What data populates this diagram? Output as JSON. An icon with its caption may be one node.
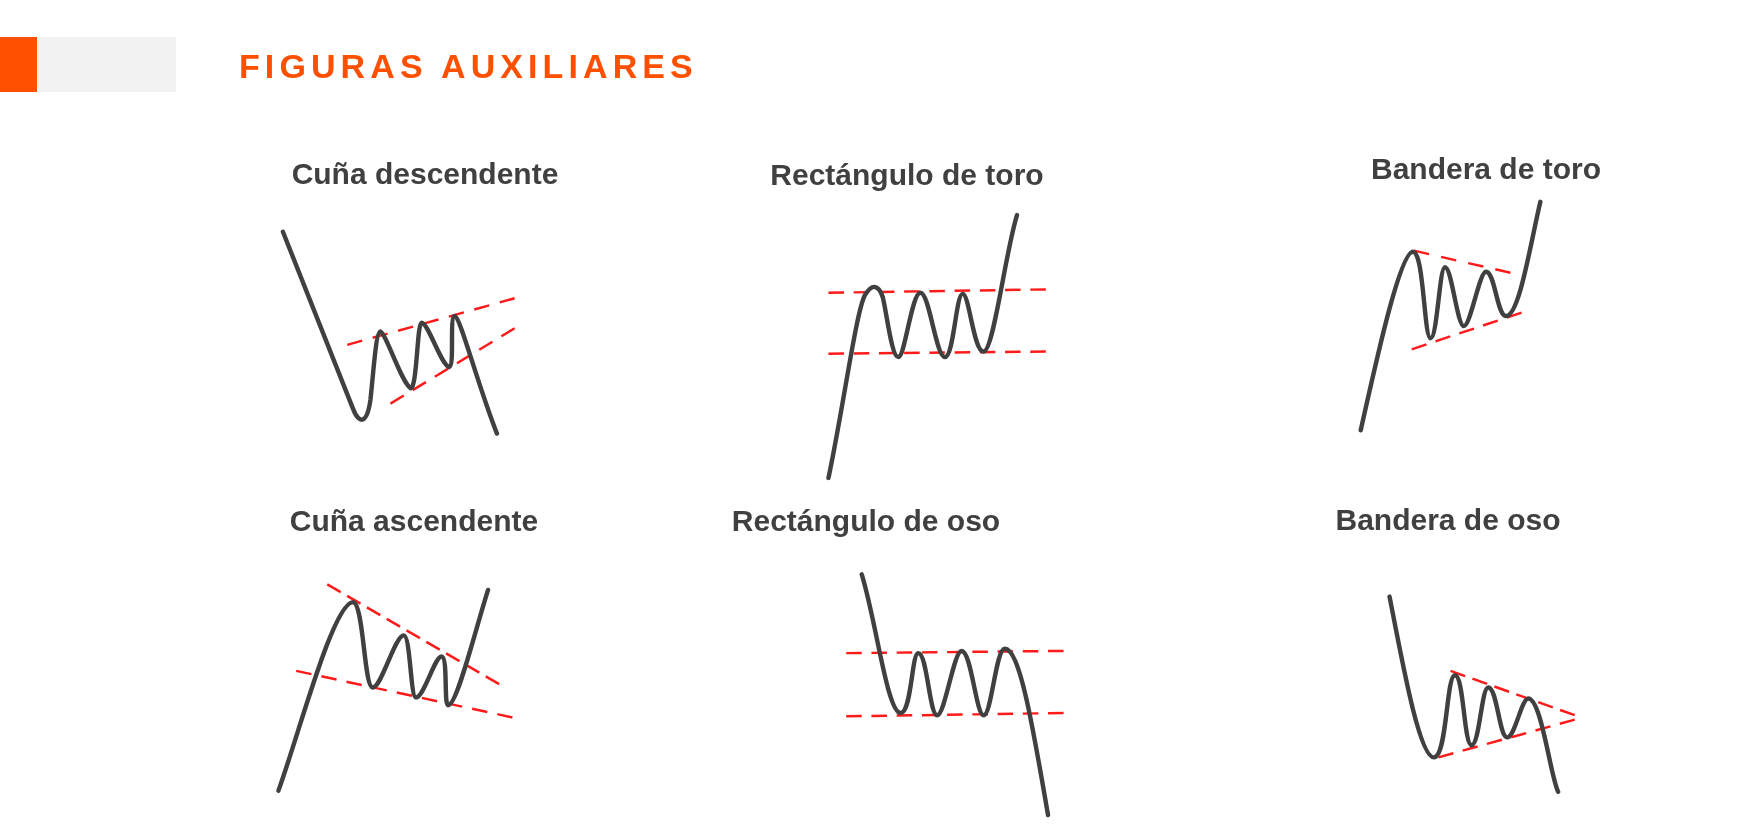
{
  "diagram": {
    "title": "FIGURAS AUXILIARES",
    "labels": [
      "Cuña descendente",
      "Rectángulo de toro",
      "Bandera de toro",
      "Cuña ascendente",
      "Rectángulo de oso",
      "Bandera de oso"
    ]
  }
}
